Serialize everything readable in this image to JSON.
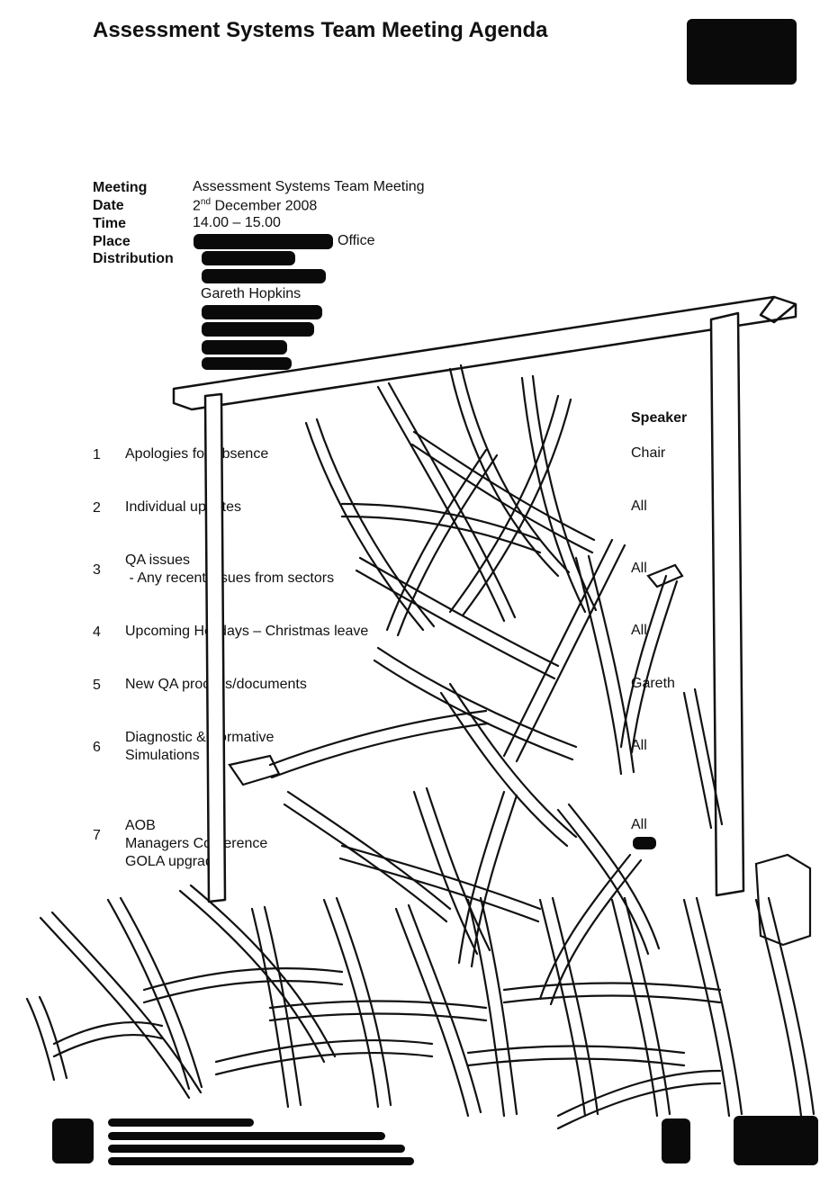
{
  "title": "Assessment Systems Team Meeting Agenda",
  "details": {
    "meeting_label": "Meeting",
    "meeting_value": "Assessment Systems Team Meeting",
    "date_label": "Date",
    "date_day": "2",
    "date_suffix": "nd",
    "date_rest": " December 2008",
    "time_label": "Time",
    "time_value": "14.00 – 15.00",
    "place_label": "Place",
    "place_value": "Office",
    "distribution_label": "Distribution",
    "distribution_visible_name": "Gareth Hopkins"
  },
  "speaker_header": "Speaker",
  "items": [
    {
      "num": "1",
      "lines": [
        "Apologies for Absence"
      ],
      "speaker": "Chair"
    },
    {
      "num": "2",
      "lines": [
        "Individual updates"
      ],
      "speaker": "All"
    },
    {
      "num": "3",
      "lines": [
        "QA issues",
        " - Any recent issues from sectors"
      ],
      "speaker": "All"
    },
    {
      "num": "4",
      "lines": [
        "Upcoming Holidays – Christmas leave"
      ],
      "speaker": "All"
    },
    {
      "num": "5",
      "lines": [
        "New QA process/documents"
      ],
      "speaker": "Gareth"
    },
    {
      "num": "6",
      "lines": [
        "Diagnostic & Formative",
        "Simulations"
      ],
      "speaker": "All"
    },
    {
      "num": "7",
      "lines": [
        "AOB",
        "Managers Conference",
        "GOLA upgrade"
      ],
      "speaker": "All"
    }
  ],
  "colors": {
    "ink": "#111111",
    "redaction": "#0a0a0a",
    "paper": "#ffffff"
  }
}
